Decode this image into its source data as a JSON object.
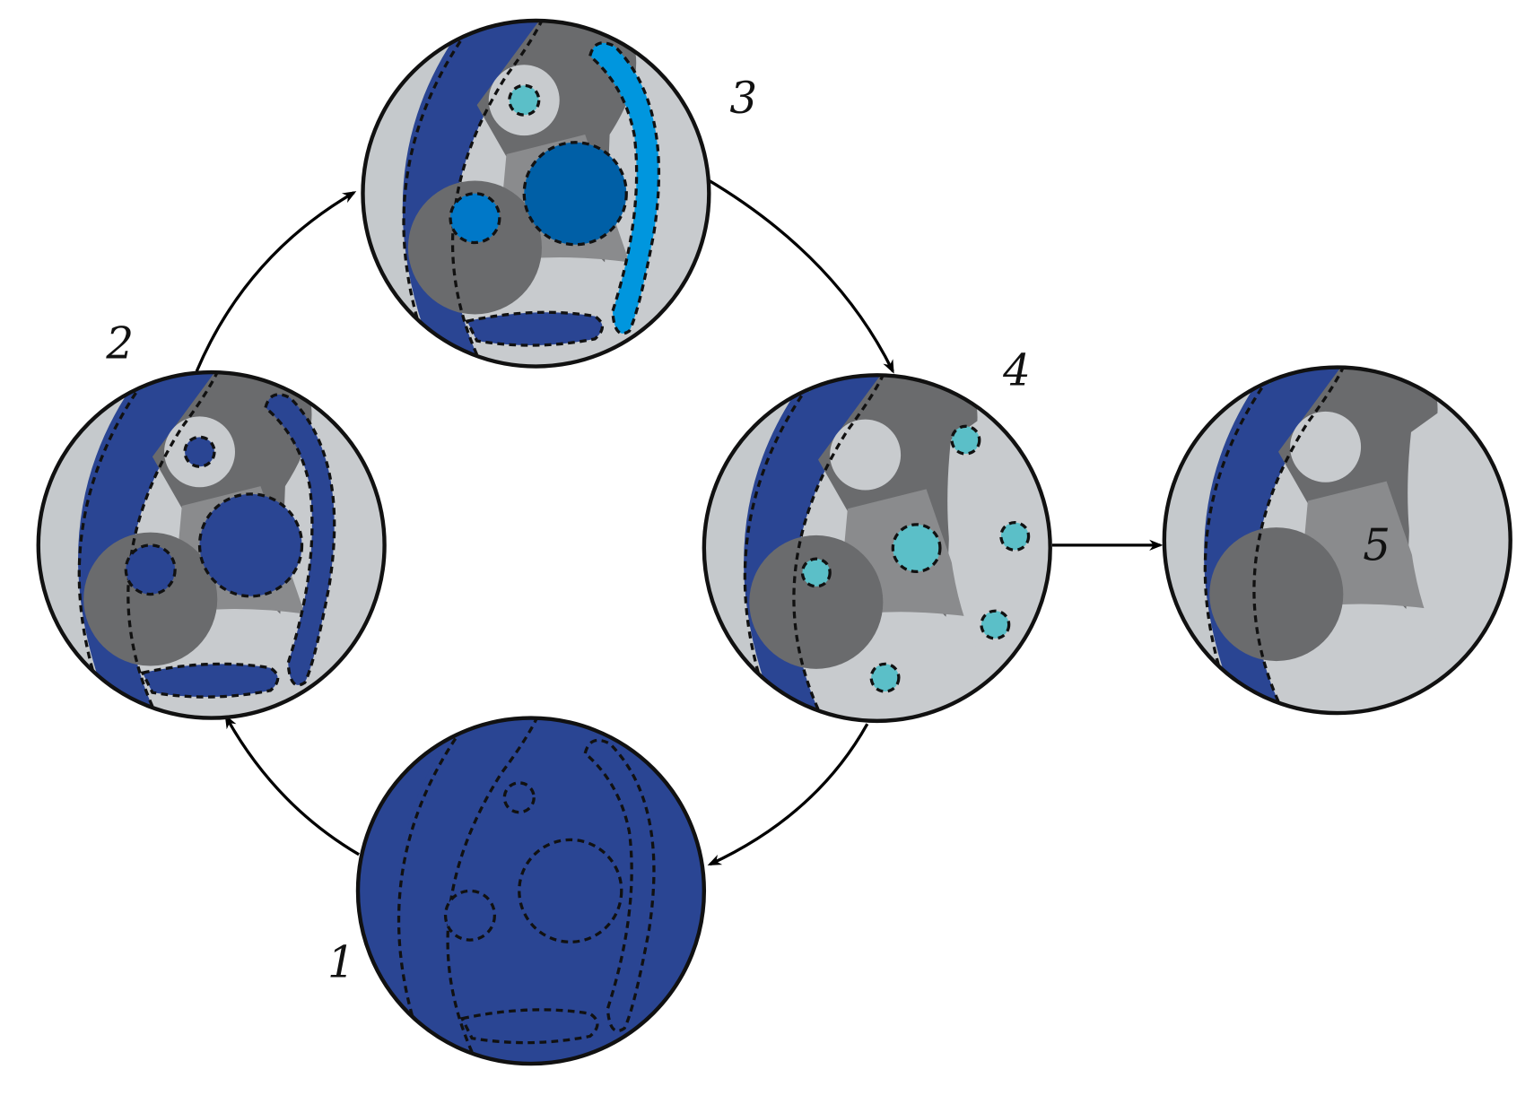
{
  "colors": {
    "blue": "#2a4593",
    "shell": "#c5c9cc",
    "light": "#c8cbce",
    "dark_grey": "#6a6b6d",
    "mid_grey": "#8a8b8d",
    "cyan": "#5bbfc8",
    "bright_blue": "#0096de",
    "mid_blue": "#0078c8",
    "deep_blue": "#005fa6",
    "green": "#3aa12e"
  },
  "stages": [
    {
      "id": "1",
      "label": "1",
      "style": "blue"
    },
    {
      "id": "2",
      "label": "2",
      "style": "grey-blue-vesicles"
    },
    {
      "id": "3",
      "label": "3",
      "style": "grey-colored-vesicles"
    },
    {
      "id": "4",
      "label": "4",
      "style": "grey-cyan-dots"
    },
    {
      "id": "5",
      "label": "5",
      "style": "grey-empty"
    }
  ],
  "transitions": [
    {
      "from": "1",
      "to": "2"
    },
    {
      "from": "2",
      "to": "3"
    },
    {
      "from": "3",
      "to": "4"
    },
    {
      "from": "4",
      "to": "1"
    },
    {
      "from": "4",
      "to": "5"
    }
  ]
}
